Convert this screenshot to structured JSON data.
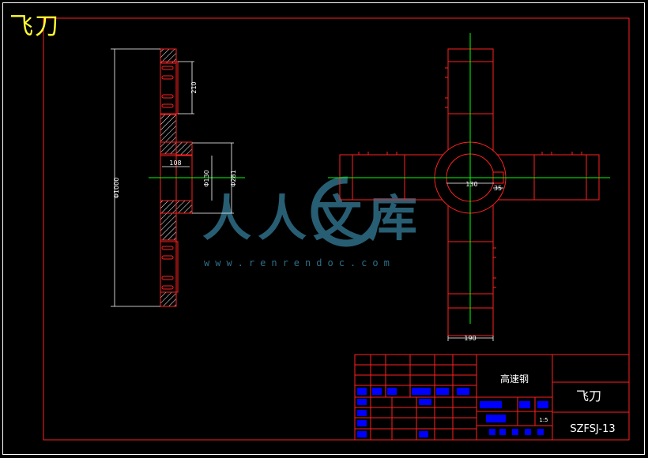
{
  "drawing": {
    "corner_title": "飞刀",
    "watermark": {
      "brand": "人人文库",
      "url": "www.renrendoc.com"
    },
    "colors": {
      "frame": "#ffffff",
      "border": "#ff2020",
      "part": "#ff2020",
      "centerline": "#00ff00",
      "dimension": "#ffffff",
      "title": "#ffff33",
      "title_block": "#ff2020",
      "title_block_cells": "#0000ff"
    },
    "side_view": {
      "dimensions": {
        "overall_diameter": "Φ1000",
        "slot_height": "210",
        "bore_length": "108",
        "bore_diameter": "Φ130",
        "hub_diameter": "Φ281"
      }
    },
    "front_view": {
      "dimensions": {
        "hub_width": "130",
        "keyway": "35",
        "arm_width": "190"
      }
    },
    "title_block": {
      "material": "高速钢",
      "part_name": "飞刀",
      "drawing_number": "SZFSJ-13",
      "scale": "1:5"
    }
  }
}
